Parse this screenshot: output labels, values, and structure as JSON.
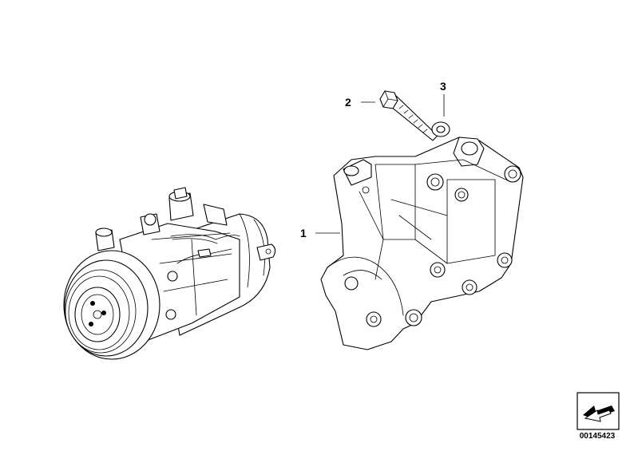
{
  "callouts": {
    "bracket": "1",
    "bolt": "2",
    "washer": "3"
  },
  "diagram_id": "00145423",
  "icons": {
    "compressor": "ac-compressor-illustration",
    "bracket": "mounting-bracket-illustration",
    "bolt": "hex-bolt-illustration",
    "washer": "washer-illustration",
    "reference": "arrow-reference-icon"
  },
  "colors": {
    "ink": "#000000",
    "background": "#ffffff"
  }
}
